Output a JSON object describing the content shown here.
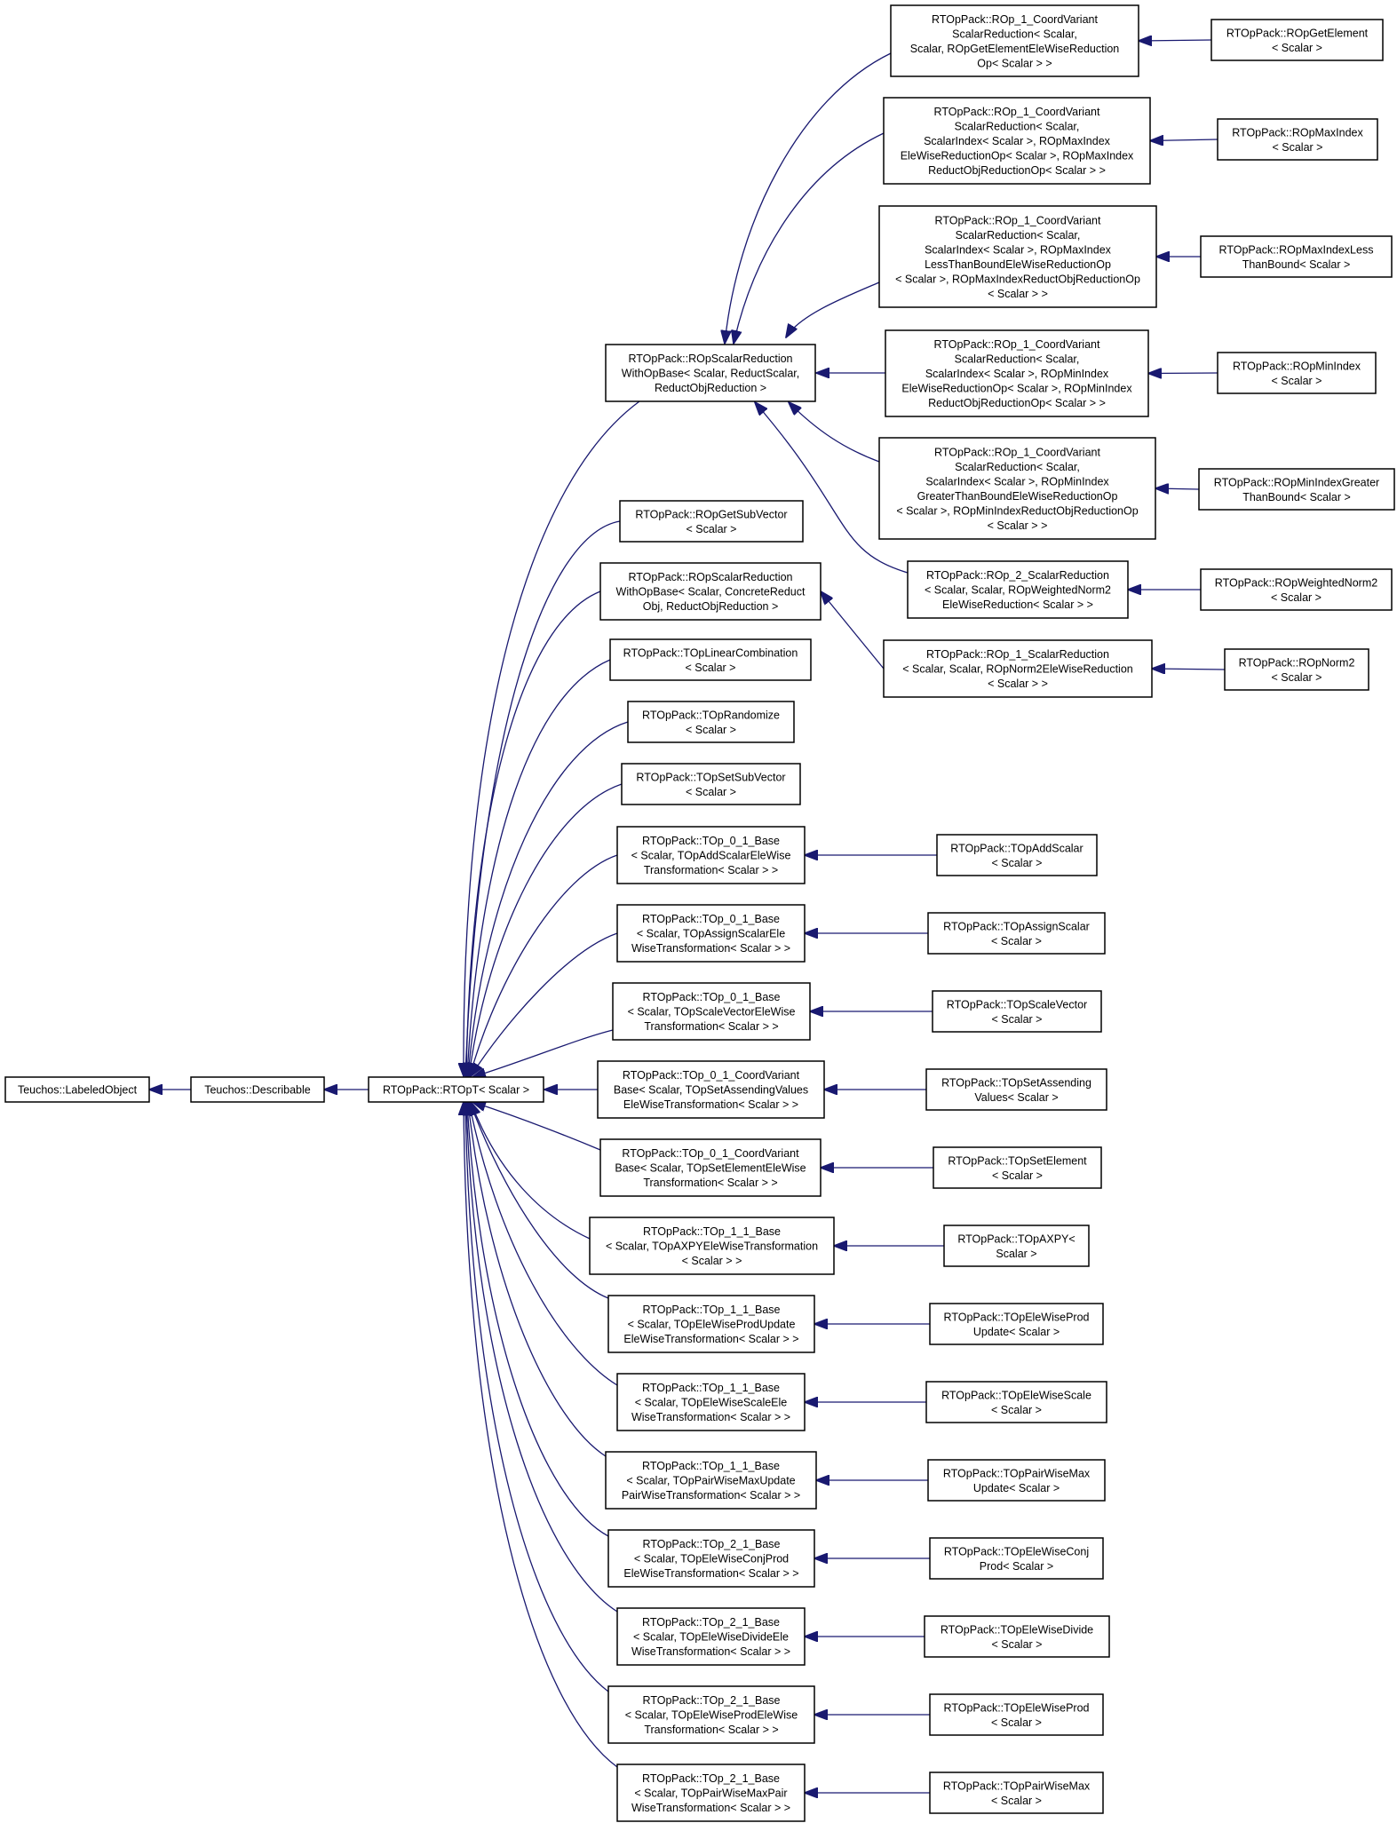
{
  "diagram": {
    "type": "inheritance-graph",
    "nodes": [
      {
        "id": "labeled",
        "lines": [
          "Teuchos::LabeledObject"
        ]
      },
      {
        "id": "describable",
        "lines": [
          "Teuchos::Describable"
        ]
      },
      {
        "id": "rtopt",
        "lines": [
          "RTOpPack::RTOpT< Scalar >"
        ]
      },
      {
        "id": "srw1",
        "lines": [
          "RTOpPack::ROpScalarReduction",
          "WithOpBase< Scalar, ReductScalar,",
          "ReductObjReduction >"
        ]
      },
      {
        "id": "getsub",
        "lines": [
          "RTOpPack::ROpGetSubVector",
          "< Scalar >"
        ]
      },
      {
        "id": "srw2",
        "lines": [
          "RTOpPack::ROpScalarReduction",
          "WithOpBase< Scalar, ConcreteReduct",
          "Obj, ReductObjReduction >"
        ]
      },
      {
        "id": "linear",
        "lines": [
          "RTOpPack::TOpLinearCombination",
          "< Scalar >"
        ]
      },
      {
        "id": "random",
        "lines": [
          "RTOpPack::TOpRandomize",
          "< Scalar >"
        ]
      },
      {
        "id": "setsub",
        "lines": [
          "RTOpPack::TOpSetSubVector",
          "< Scalar >"
        ]
      },
      {
        "id": "t01a",
        "lines": [
          "RTOpPack::TOp_0_1_Base",
          "< Scalar, TOpAddScalarEleWise",
          "Transformation< Scalar > >"
        ]
      },
      {
        "id": "t01b",
        "lines": [
          "RTOpPack::TOp_0_1_Base",
          "< Scalar, TOpAssignScalarEle",
          "WiseTransformation< Scalar > >"
        ]
      },
      {
        "id": "t01c",
        "lines": [
          "RTOpPack::TOp_0_1_Base",
          "< Scalar, TOpScaleVectorEleWise",
          "Transformation< Scalar > >"
        ]
      },
      {
        "id": "t01cv1",
        "lines": [
          "RTOpPack::TOp_0_1_CoordVariant",
          "Base< Scalar, TOpSetAssendingValues",
          "EleWiseTransformation< Scalar > >"
        ]
      },
      {
        "id": "t01cv2",
        "lines": [
          "RTOpPack::TOp_0_1_CoordVariant",
          "Base< Scalar, TOpSetElementEleWise",
          "Transformation< Scalar > >"
        ]
      },
      {
        "id": "t11a",
        "lines": [
          "RTOpPack::TOp_1_1_Base",
          "< Scalar, TOpAXPYEleWiseTransformation",
          "< Scalar > >"
        ]
      },
      {
        "id": "t11b",
        "lines": [
          "RTOpPack::TOp_1_1_Base",
          "< Scalar, TOpEleWiseProdUpdate",
          "EleWiseTransformation< Scalar > >"
        ]
      },
      {
        "id": "t11c",
        "lines": [
          "RTOpPack::TOp_1_1_Base",
          "< Scalar, TOpEleWiseScaleEle",
          "WiseTransformation< Scalar > >"
        ]
      },
      {
        "id": "t11d",
        "lines": [
          "RTOpPack::TOp_1_1_Base",
          "< Scalar, TOpPairWiseMaxUpdate",
          "PairWiseTransformation< Scalar > >"
        ]
      },
      {
        "id": "t21a",
        "lines": [
          "RTOpPack::TOp_2_1_Base",
          "< Scalar, TOpEleWiseConjProd",
          "EleWiseTransformation< Scalar > >"
        ]
      },
      {
        "id": "t21b",
        "lines": [
          "RTOpPack::TOp_2_1_Base",
          "< Scalar, TOpEleWiseDivideEle",
          "WiseTransformation< Scalar > >"
        ]
      },
      {
        "id": "t21c",
        "lines": [
          "RTOpPack::TOp_2_1_Base",
          "< Scalar, TOpEleWiseProdEleWise",
          "Transformation< Scalar > >"
        ]
      },
      {
        "id": "t21d",
        "lines": [
          "RTOpPack::TOp_2_1_Base",
          "< Scalar, TOpPairWiseMaxPair",
          "WiseTransformation< Scalar > >"
        ]
      },
      {
        "id": "cv1",
        "lines": [
          "RTOpPack::ROp_1_CoordVariant",
          "ScalarReduction< Scalar,",
          " Scalar, ROpGetElementEleWiseReduction",
          "Op< Scalar > >"
        ]
      },
      {
        "id": "cv2",
        "lines": [
          "RTOpPack::ROp_1_CoordVariant",
          "ScalarReduction< Scalar,",
          " ScalarIndex< Scalar >, ROpMaxIndex",
          "EleWiseReductionOp< Scalar >, ROpMaxIndex",
          "ReductObjReductionOp< Scalar > >"
        ]
      },
      {
        "id": "cv3",
        "lines": [
          "RTOpPack::ROp_1_CoordVariant",
          "ScalarReduction< Scalar,",
          " ScalarIndex< Scalar >, ROpMaxIndex",
          "LessThanBoundEleWiseReductionOp",
          "< Scalar >, ROpMaxIndexReductObjReductionOp",
          "< Scalar > >"
        ]
      },
      {
        "id": "cv4",
        "lines": [
          "RTOpPack::ROp_1_CoordVariant",
          "ScalarReduction< Scalar,",
          " ScalarIndex< Scalar >, ROpMinIndex",
          "EleWiseReductionOp< Scalar >, ROpMinIndex",
          "ReductObjReductionOp< Scalar > >"
        ]
      },
      {
        "id": "cv5",
        "lines": [
          "RTOpPack::ROp_1_CoordVariant",
          "ScalarReduction< Scalar,",
          " ScalarIndex< Scalar >, ROpMinIndex",
          "GreaterThanBoundEleWiseReductionOp",
          "< Scalar >, ROpMinIndexReductObjReductionOp",
          "< Scalar > >"
        ]
      },
      {
        "id": "r2",
        "lines": [
          "RTOpPack::ROp_2_ScalarReduction",
          "< Scalar, Scalar, ROpWeightedNorm2",
          "EleWiseReduction< Scalar > >"
        ]
      },
      {
        "id": "r1",
        "lines": [
          "RTOpPack::ROp_1_ScalarReduction",
          "< Scalar, Scalar, ROpNorm2EleWiseReduction",
          "< Scalar > >"
        ]
      },
      {
        "id": "getelem",
        "lines": [
          "RTOpPack::ROpGetElement",
          "< Scalar >"
        ]
      },
      {
        "id": "maxidx",
        "lines": [
          "RTOpPack::ROpMaxIndex",
          "< Scalar >"
        ]
      },
      {
        "id": "maxless",
        "lines": [
          "RTOpPack::ROpMaxIndexLess",
          "ThanBound< Scalar >"
        ]
      },
      {
        "id": "minidx",
        "lines": [
          "RTOpPack::ROpMinIndex",
          "< Scalar >"
        ]
      },
      {
        "id": "mingreater",
        "lines": [
          "RTOpPack::ROpMinIndexGreater",
          "ThanBound< Scalar >"
        ]
      },
      {
        "id": "wnorm2",
        "lines": [
          "RTOpPack::ROpWeightedNorm2",
          "< Scalar >"
        ]
      },
      {
        "id": "norm2",
        "lines": [
          "RTOpPack::ROpNorm2",
          "< Scalar >"
        ]
      },
      {
        "id": "addscalar",
        "lines": [
          "RTOpPack::TOpAddScalar",
          "< Scalar >"
        ]
      },
      {
        "id": "assignscalar",
        "lines": [
          "RTOpPack::TOpAssignScalar",
          "< Scalar >"
        ]
      },
      {
        "id": "scalevector",
        "lines": [
          "RTOpPack::TOpScaleVector",
          "< Scalar >"
        ]
      },
      {
        "id": "setassending",
        "lines": [
          "RTOpPack::TOpSetAssending",
          "Values< Scalar >"
        ]
      },
      {
        "id": "setelement",
        "lines": [
          "RTOpPack::TOpSetElement",
          "< Scalar >"
        ]
      },
      {
        "id": "axpy",
        "lines": [
          "RTOpPack::TOpAXPY<",
          " Scalar >"
        ]
      },
      {
        "id": "produpdate",
        "lines": [
          "RTOpPack::TOpEleWiseProd",
          "Update< Scalar >"
        ]
      },
      {
        "id": "elescale",
        "lines": [
          "RTOpPack::TOpEleWiseScale",
          "< Scalar >"
        ]
      },
      {
        "id": "pwmaxupdate",
        "lines": [
          "RTOpPack::TOpPairWiseMax",
          "Update< Scalar >"
        ]
      },
      {
        "id": "conjprod",
        "lines": [
          "RTOpPack::TOpEleWiseConj",
          "Prod< Scalar >"
        ]
      },
      {
        "id": "divide",
        "lines": [
          "RTOpPack::TOpEleWiseDivide",
          "< Scalar >"
        ]
      },
      {
        "id": "eleprod",
        "lines": [
          "RTOpPack::TOpEleWiseProd",
          "< Scalar >"
        ]
      },
      {
        "id": "pwmax",
        "lines": [
          "RTOpPack::TOpPairWiseMax",
          "< Scalar >"
        ]
      }
    ],
    "edges": [
      {
        "child": "describable",
        "parent": "labeled"
      },
      {
        "child": "rtopt",
        "parent": "describable"
      },
      {
        "child": "srw1",
        "parent": "rtopt"
      },
      {
        "child": "getsub",
        "parent": "rtopt"
      },
      {
        "child": "srw2",
        "parent": "rtopt"
      },
      {
        "child": "linear",
        "parent": "rtopt"
      },
      {
        "child": "random",
        "parent": "rtopt"
      },
      {
        "child": "setsub",
        "parent": "rtopt"
      },
      {
        "child": "t01a",
        "parent": "rtopt"
      },
      {
        "child": "t01b",
        "parent": "rtopt"
      },
      {
        "child": "t01c",
        "parent": "rtopt"
      },
      {
        "child": "t01cv1",
        "parent": "rtopt"
      },
      {
        "child": "t01cv2",
        "parent": "rtopt"
      },
      {
        "child": "t11a",
        "parent": "rtopt"
      },
      {
        "child": "t11b",
        "parent": "rtopt"
      },
      {
        "child": "t11c",
        "parent": "rtopt"
      },
      {
        "child": "t11d",
        "parent": "rtopt"
      },
      {
        "child": "t21a",
        "parent": "rtopt"
      },
      {
        "child": "t21b",
        "parent": "rtopt"
      },
      {
        "child": "t21c",
        "parent": "rtopt"
      },
      {
        "child": "t21d",
        "parent": "rtopt"
      },
      {
        "child": "cv1",
        "parent": "srw1"
      },
      {
        "child": "cv2",
        "parent": "srw1"
      },
      {
        "child": "cv3",
        "parent": "srw1"
      },
      {
        "child": "cv4",
        "parent": "srw1"
      },
      {
        "child": "cv5",
        "parent": "srw1"
      },
      {
        "child": "r2",
        "parent": "srw1"
      },
      {
        "child": "r1",
        "parent": "srw2"
      },
      {
        "child": "getelem",
        "parent": "cv1"
      },
      {
        "child": "maxidx",
        "parent": "cv2"
      },
      {
        "child": "maxless",
        "parent": "cv3"
      },
      {
        "child": "minidx",
        "parent": "cv4"
      },
      {
        "child": "mingreater",
        "parent": "cv5"
      },
      {
        "child": "wnorm2",
        "parent": "r2"
      },
      {
        "child": "norm2",
        "parent": "r1"
      },
      {
        "child": "addscalar",
        "parent": "t01a"
      },
      {
        "child": "assignscalar",
        "parent": "t01b"
      },
      {
        "child": "scalevector",
        "parent": "t01c"
      },
      {
        "child": "setassending",
        "parent": "t01cv1"
      },
      {
        "child": "setelement",
        "parent": "t01cv2"
      },
      {
        "child": "axpy",
        "parent": "t11a"
      },
      {
        "child": "produpdate",
        "parent": "t11b"
      },
      {
        "child": "elescale",
        "parent": "t11c"
      },
      {
        "child": "pwmaxupdate",
        "parent": "t11d"
      },
      {
        "child": "conjprod",
        "parent": "t21a"
      },
      {
        "child": "divide",
        "parent": "t21b"
      },
      {
        "child": "eleprod",
        "parent": "t21c"
      },
      {
        "child": "pwmax",
        "parent": "t21d"
      }
    ],
    "colors": {
      "edge": "#191970",
      "node_border": "#000000",
      "node_fill": "#ffffff",
      "text": "#000000"
    }
  }
}
